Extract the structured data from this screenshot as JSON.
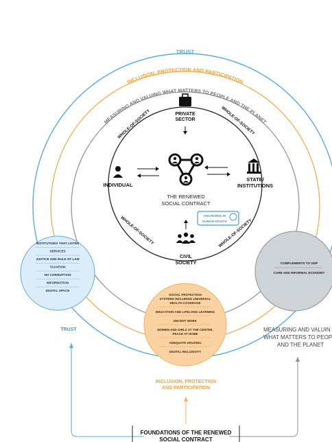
{
  "arcs": {
    "trust": "TRUST",
    "inclusion": "INCLUSION, PROTECTION AND PARTICIPATION",
    "measuring": "MEASURING AND VALUING WHAT MATTERS TO PEOPLE AND THE PLANET"
  },
  "center": {
    "private_sector": [
      "PRIVATE",
      "SECTOR"
    ],
    "individual": "INDIVIDUAL",
    "state": [
      "STATE/",
      "INSTITUTIONS"
    ],
    "civil_society": [
      "CIVIL",
      "SOCIETY"
    ],
    "contract": [
      "THE RENEWED",
      "SOCIAL CONTRACT"
    ],
    "whole_of_society": "WHOLE-OF-SOCIETY",
    "badge": [
      "ANCHORED IN",
      "HUMAN RIGHTS"
    ]
  },
  "left_circle": {
    "items": [
      "INSTITUTIONS THAT LISTEN",
      "SERVICES",
      "JUSTICE AND RULE OF LAW",
      "TAXATION",
      "NO CORRUPTION",
      "INFORMATION",
      "DIGITAL SPACE"
    ],
    "caption": "TRUST"
  },
  "center_circle": {
    "items": [
      [
        "SOCIAL PROTECTION",
        "SYSTEMS INCLUDING UNIVERSAL",
        "HEALTH COVERAGE"
      ],
      [
        "EDUCATION AND LIFELONG LEARNING"
      ],
      [
        "DECENT WORK"
      ],
      [
        "WOMEN AND GIRLS AT THE CENTRE,",
        "PEACE AT HOME"
      ],
      [
        "ADEQUATE HOUSING"
      ],
      [
        "DIGITAL INCLUSIVITY"
      ]
    ],
    "caption": [
      "INCLUSION, PROTECTION",
      "AND PARTICIPATION"
    ]
  },
  "right_circle": {
    "items": [
      "COMPLEMENTS TO GDP",
      "CARE AND INFORMAL ECONOMY"
    ],
    "caption": [
      "MEASURING AND VALUIN",
      "WHAT MATTERS TO PEOP",
      "AND THE PLANET"
    ]
  },
  "foundations": [
    "FOUNDATIONS OF THE RENEWED",
    "SOCIAL CONTRACT"
  ],
  "colors": {
    "trust_blue": "#5aa9e6",
    "inclusion_orange": "#f6b15c",
    "grey": "#8a8f93",
    "left_fill": "#dcecf9",
    "center_fill": "#fbd3a2",
    "right_fill": "#cdd3d6",
    "badge_blue": "#3d9ae0"
  }
}
